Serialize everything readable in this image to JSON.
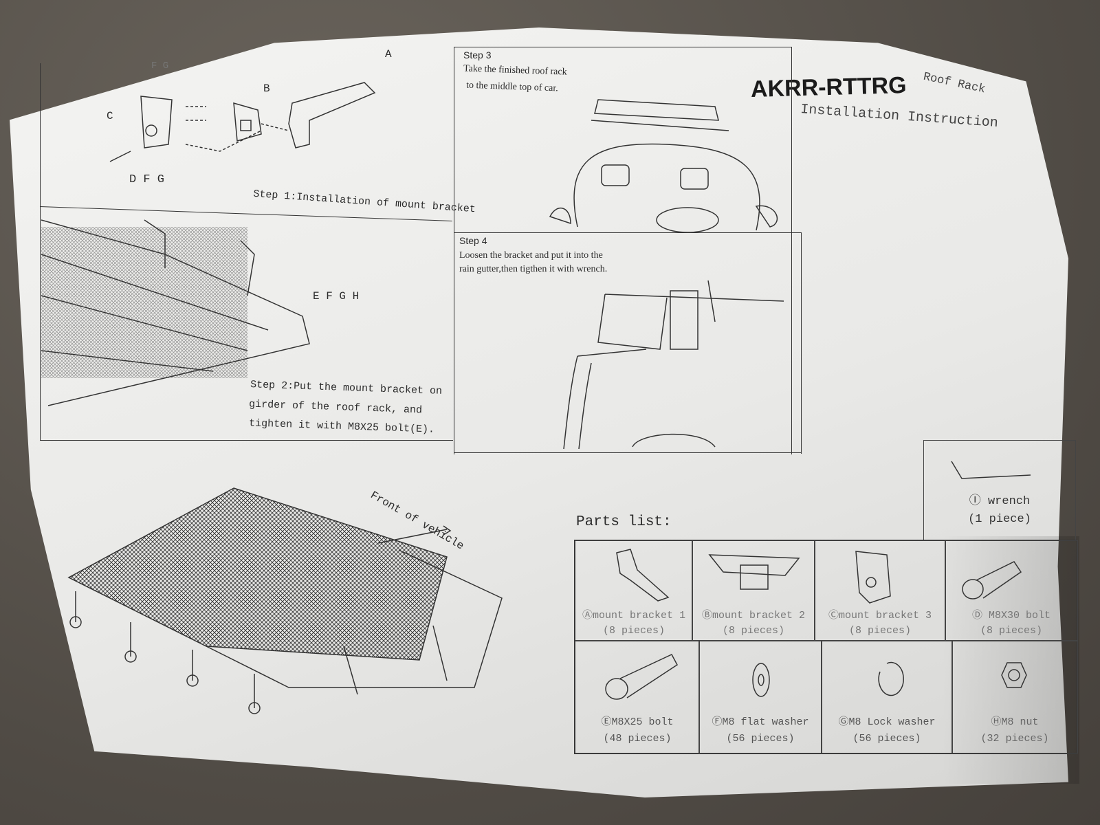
{
  "header": {
    "model": "AKRR-RTTRG",
    "subtitle1": "Roof Rack",
    "subtitle2": "Installation Instruction"
  },
  "step1": {
    "label": "Step 1:Installation of mount bracket",
    "callouts": [
      "A",
      "B",
      "C",
      "F G",
      "D F G"
    ]
  },
  "step2": {
    "label_line1": "Step 2:Put the mount bracket on",
    "label_line2": "girder of the roof rack, and",
    "label_line3": "tighten it with M8X25 bolt(E).",
    "callout": "E F G H"
  },
  "step3": {
    "heading": "Step 3",
    "line1": "Take the finished roof rack",
    "line2": "to the middle top of car."
  },
  "step4": {
    "heading": "Step 4",
    "line1": "Loosen the bracket and put it into the",
    "line2": "rain gutter,then tigthen it with wrench."
  },
  "overview": {
    "direction": "Front of vehicle"
  },
  "parts": {
    "heading": "Parts list:",
    "wrench": {
      "name": "Ⓘ wrench",
      "qty": "(1 piece)"
    },
    "items": [
      {
        "name": "Ⓐmount bracket 1",
        "qty": "(8 pieces)"
      },
      {
        "name": "Ⓑmount bracket 2",
        "qty": "(8 pieces)"
      },
      {
        "name": "Ⓒmount bracket 3",
        "qty": "(8 pieces)"
      },
      {
        "name": "Ⓓ M8X30 bolt",
        "qty": "(8 pieces)"
      },
      {
        "name": "ⒺM8X25 bolt",
        "qty": "(48 pieces)"
      },
      {
        "name": "ⒻM8 flat washer",
        "qty": "(56 pieces)"
      },
      {
        "name": "ⒼM8 Lock washer",
        "qty": "(56 pieces)"
      },
      {
        "name": "ⒽM8 nut",
        "qty": "(32 pieces)"
      }
    ]
  }
}
